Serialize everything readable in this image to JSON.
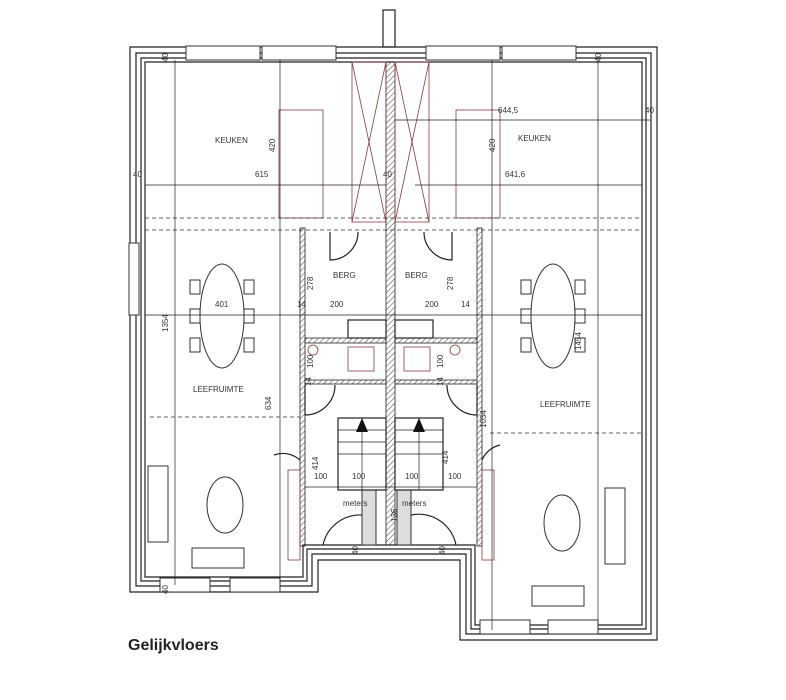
{
  "title": "Gelijkvloers",
  "rooms": {
    "kitchen_left": "KEUKEN",
    "kitchen_right": "KEUKEN",
    "storage_left": "BERG",
    "storage_right": "BERG",
    "living_left": "LEEFRUIMTE",
    "living_right": "LEEFRUIMTE",
    "meters_left": "meters",
    "meters_right": "meters"
  },
  "dimensions": {
    "d615": "615",
    "d641_6": "641,6",
    "d644_5": "644,5",
    "d420_l": "420",
    "d420_r": "420",
    "d40_a": "40",
    "d40_b": "40",
    "d40_c": "40",
    "d40_d": "40",
    "d40_e": "40",
    "d40_f": "40",
    "d40_g": "40",
    "d40_h": "40",
    "d278_l": "278",
    "d278_r": "278",
    "d200_l": "200",
    "d200_r": "200",
    "d401": "401",
    "d14_a": "14",
    "d14_b": "14",
    "d14_c": "14",
    "d14_d": "14",
    "d1354": "1354",
    "d1454": "1454",
    "d100_v_l": "100",
    "d100_v_r": "100",
    "d634": "634",
    "d1034": "1034",
    "d414_l": "414",
    "d414_r": "414",
    "d100_a": "100",
    "d100_b": "100",
    "d100_c": "100",
    "d100_d": "100",
    "d136": "136"
  }
}
